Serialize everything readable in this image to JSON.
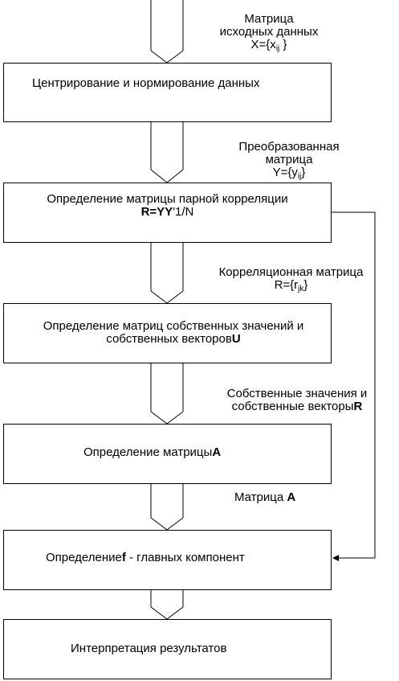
{
  "boxes": {
    "b1": {
      "text": "Центрирование и нормирование данных"
    },
    "b2": {
      "line1": "Определение матрицы парной корреляции",
      "formula_bold": "R=YY",
      "formula_rest": "'1/N"
    },
    "b3": {
      "line1": "Определение матриц собственных значений и",
      "line2_text": "собственных векторов",
      "line2_bold": "U"
    },
    "b4": {
      "text": "Определение матрицы",
      "bold": "A"
    },
    "b5": {
      "text": "Определение",
      "bold": "f",
      "rest": " - главных компонент"
    },
    "b6": {
      "text": "Интерпретация результатов"
    }
  },
  "labels": {
    "l1": {
      "line1": "Матрица",
      "line2": "исходных данных",
      "line3_prefix": "X={x",
      "line3_sub": "ij",
      "line3_suffix": " }"
    },
    "l2": {
      "line1": "Преобразованная",
      "line2": "матрица",
      "line3_prefix": "Y={y",
      "line3_sub": "ij",
      "line3_suffix": "}"
    },
    "l3": {
      "line1": "Корреляционная матрица",
      "line2_prefix": "R={r",
      "line2_sub": "jk",
      "line2_suffix": "}"
    },
    "l4": {
      "line1": "Собственные значения и",
      "line2_text": "собственные векторы",
      "line2_bold": "R"
    },
    "l5": {
      "text": "Матрица ",
      "bold": "A"
    }
  }
}
